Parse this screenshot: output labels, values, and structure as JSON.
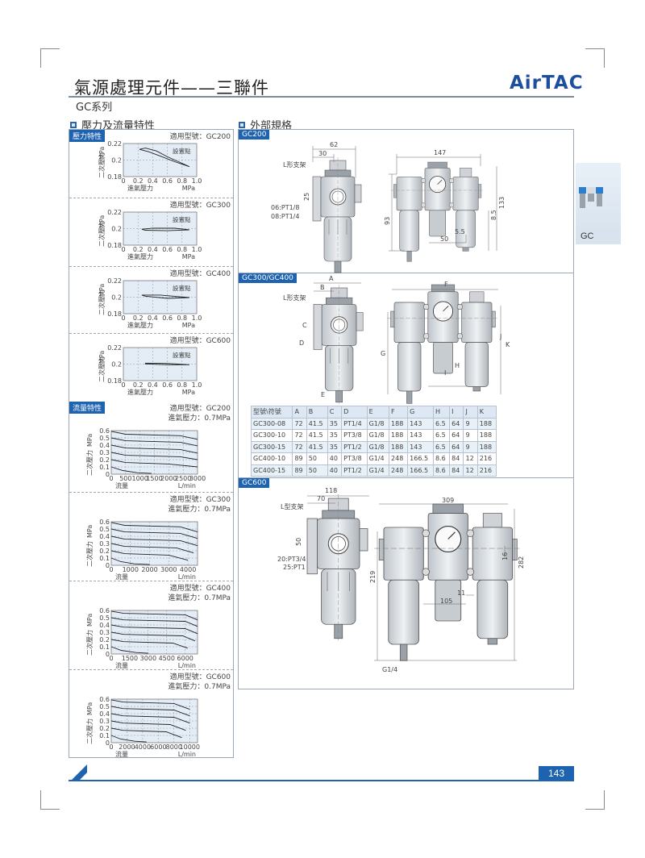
{
  "header": {
    "title": "氣源處理元件——三聯件",
    "series": "GC系列",
    "brand": "AirTAC"
  },
  "left": {
    "section_title": "壓力及流量特性",
    "pressure_tag": "壓力特性",
    "flow_tag": "流量特性"
  },
  "right": {
    "section_title": "外部規格",
    "gc200": {
      "tag": "GC200",
      "d62": "62",
      "d30": "30",
      "bracket": "L形支架",
      "d25": "25",
      "port1": "06:PT1/8",
      "port2": "08:PT1/4",
      "d147": "147",
      "d93": "93",
      "d85": "8.5",
      "d133": "133",
      "d50": "50",
      "d55": "5.5"
    },
    "gc300": {
      "tag": "GC300/GC400",
      "A": "A",
      "B": "B",
      "bracket": "L形支架",
      "C": "C",
      "D": "D",
      "E": "E",
      "F": "F",
      "G": "G",
      "H": "H",
      "I": "I",
      "J": "J",
      "K": "K"
    },
    "gc600": {
      "tag": "GC600",
      "d118": "118",
      "d70": "70",
      "bracket": "L型支架",
      "d50": "50",
      "port1": "20:PT3/4",
      "port2": "25:PT1",
      "d309": "309",
      "d219": "219",
      "d16": "16",
      "d282": "282",
      "d11": "11",
      "d105": "105",
      "drain": "G1/4"
    }
  },
  "table": {
    "headers": [
      "型號\\符號",
      "A",
      "B",
      "C",
      "D",
      "E",
      "F",
      "G",
      "H",
      "I",
      "J",
      "K"
    ],
    "rows": [
      [
        "GC300-08",
        "72",
        "41.5",
        "35",
        "PT1/4",
        "G1/8",
        "188",
        "143",
        "6.5",
        "64",
        "9",
        "188"
      ],
      [
        "GC300-10",
        "72",
        "41.5",
        "35",
        "PT3/8",
        "G1/8",
        "188",
        "143",
        "6.5",
        "64",
        "9",
        "188"
      ],
      [
        "GC300-15",
        "72",
        "41.5",
        "35",
        "PT1/2",
        "G1/8",
        "188",
        "143",
        "6.5",
        "64",
        "9",
        "188"
      ],
      [
        "GC400-10",
        "89",
        "50",
        "40",
        "PT3/8",
        "G1/4",
        "248",
        "166.5",
        "8.6",
        "84",
        "12",
        "216"
      ],
      [
        "GC400-15",
        "89",
        "50",
        "40",
        "PT1/2",
        "G1/4",
        "248",
        "166.5",
        "8.6",
        "84",
        "12",
        "216"
      ]
    ]
  },
  "side_tab": {
    "label": "GC"
  },
  "page_number": "143",
  "colors": {
    "accent": "#1e63b0",
    "grid_bg": "#e4edf6"
  },
  "chart_data": [
    {
      "type": "line",
      "kind": "pressure",
      "title": "適用型號：GC200",
      "annotation": "設置點",
      "ylabel": "二次壓力",
      "yunit": "MPa",
      "xlabel": "進氣壓力",
      "xunit": "MPa",
      "xlim": [
        0,
        1
      ],
      "ylim": [
        0.18,
        0.22
      ],
      "xticks": [
        "0",
        "0.2",
        "0.4",
        "0.6",
        "0.8",
        "1.0"
      ],
      "yticks": [
        "0.18",
        "0.2",
        "0.22"
      ],
      "series": [
        {
          "name": "loop",
          "points": [
            [
              0.22,
              0.213
            ],
            [
              0.3,
              0.2145
            ],
            [
              0.45,
              0.211
            ],
            [
              0.6,
              0.204
            ],
            [
              0.75,
              0.198
            ],
            [
              0.9,
              0.192
            ],
            [
              0.7,
              0.198
            ],
            [
              0.5,
              0.205
            ],
            [
              0.35,
              0.21
            ],
            [
              0.22,
              0.213
            ]
          ]
        }
      ]
    },
    {
      "type": "line",
      "kind": "pressure",
      "title": "適用型號：GC300",
      "annotation": "設置點",
      "ylabel": "二次壓力",
      "yunit": "MPa",
      "xlabel": "進氣壓力",
      "xunit": "MPa",
      "xlim": [
        0,
        1
      ],
      "ylim": [
        0.18,
        0.22
      ],
      "xticks": [
        "0",
        "0.2",
        "0.4",
        "0.6",
        "0.8",
        "1.0"
      ],
      "yticks": [
        "0.18",
        "0.2",
        "0.22"
      ],
      "series": [
        {
          "name": "loop",
          "points": [
            [
              0.25,
              0.1992
            ],
            [
              0.4,
              0.2006
            ],
            [
              0.7,
              0.2005
            ],
            [
              0.9,
              0.1985
            ],
            [
              0.6,
              0.1975
            ],
            [
              0.3,
              0.198
            ],
            [
              0.25,
              0.1992
            ]
          ]
        }
      ]
    },
    {
      "type": "line",
      "kind": "pressure",
      "title": "適用型號：GC400",
      "annotation": "設置點",
      "ylabel": "二次壓力",
      "yunit": "MPa",
      "xlabel": "進氣壓力",
      "xunit": "MPa",
      "xlim": [
        0,
        1
      ],
      "ylim": [
        0.18,
        0.22
      ],
      "xticks": [
        "0",
        "0.2",
        "0.4",
        "0.6",
        "0.8",
        "1.0"
      ],
      "yticks": [
        "0.18",
        "0.2",
        "0.22"
      ],
      "series": [
        {
          "name": "loop",
          "points": [
            [
              0.25,
              0.2025
            ],
            [
              0.5,
              0.2025
            ],
            [
              0.9,
              0.1995
            ],
            [
              0.6,
              0.1985
            ],
            [
              0.3,
              0.2012
            ],
            [
              0.25,
              0.2025
            ]
          ]
        }
      ]
    },
    {
      "type": "line",
      "kind": "pressure",
      "title": "適用型號：GC600",
      "annotation": "設置點",
      "ylabel": "二次壓力",
      "yunit": "MPa",
      "xlabel": "進氣壓力",
      "xunit": "MPa",
      "xlim": [
        0,
        1
      ],
      "ylim": [
        0.18,
        0.22
      ],
      "xticks": [
        "0",
        "0.2",
        "0.4",
        "0.6",
        "0.8",
        "1.0"
      ],
      "yticks": [
        "0.18",
        "0.2",
        "0.22"
      ],
      "series": [
        {
          "name": "loop",
          "points": [
            [
              0.3,
              0.2012
            ],
            [
              0.6,
              0.2008
            ],
            [
              0.9,
              0.1992
            ],
            [
              0.6,
              0.1992
            ],
            [
              0.3,
              0.2002
            ],
            [
              0.3,
              0.2012
            ]
          ]
        }
      ]
    },
    {
      "type": "line",
      "kind": "flow",
      "title": "適用型號：GC200",
      "subtitle": "進氣壓力：0.7MPa",
      "ylabel": "二次壓力",
      "yunit": "MPa",
      "xlabel": "流量",
      "xunit": "L/min",
      "xlim": [
        0,
        3000
      ],
      "ylim": [
        0,
        0.6
      ],
      "xticks": [
        "0",
        "500",
        "1000",
        "1500",
        "2000",
        "2500",
        "3000"
      ],
      "yticks": [
        "0",
        "0.1",
        "0.2",
        "0.3",
        "0.4",
        "0.5",
        "0.6"
      ],
      "series": [
        {
          "name": "0.6",
          "points": [
            [
              0,
              0.59
            ],
            [
              500,
              0.55
            ],
            [
              2400,
              0.53
            ],
            [
              3000,
              0.48
            ]
          ]
        },
        {
          "name": "0.5",
          "points": [
            [
              0,
              0.5
            ],
            [
              500,
              0.46
            ],
            [
              2400,
              0.44
            ],
            [
              3000,
              0.39
            ]
          ]
        },
        {
          "name": "0.4",
          "points": [
            [
              0,
              0.4
            ],
            [
              500,
              0.36
            ],
            [
              2400,
              0.34
            ],
            [
              3000,
              0.29
            ]
          ]
        },
        {
          "name": "0.3",
          "points": [
            [
              0,
              0.3
            ],
            [
              500,
              0.26
            ],
            [
              2400,
              0.24
            ],
            [
              3000,
              0.2
            ]
          ]
        },
        {
          "name": "0.2",
          "points": [
            [
              0,
              0.2
            ],
            [
              500,
              0.16
            ],
            [
              2000,
              0.14
            ],
            [
              3000,
              0.1
            ]
          ]
        },
        {
          "name": "0.1",
          "points": [
            [
              0,
              0.1
            ],
            [
              400,
              0.05
            ],
            [
              900,
              0.02
            ],
            [
              1400,
              0.01
            ]
          ]
        }
      ]
    },
    {
      "type": "line",
      "kind": "flow",
      "title": "適用型號：GC300",
      "subtitle": "進氣壓力：0.7MPa",
      "ylabel": "二次壓力",
      "yunit": "MPa",
      "xlabel": "流量",
      "xunit": "L/min",
      "xlim": [
        0,
        4500
      ],
      "ylim": [
        0,
        0.6
      ],
      "xticks": [
        "0",
        "1000",
        "2000",
        "3000",
        "4000"
      ],
      "yticks": [
        "0",
        "0.1",
        "0.2",
        "0.3",
        "0.4",
        "0.5",
        "0.6"
      ],
      "series": [
        {
          "name": "0.6",
          "points": [
            [
              0,
              0.59
            ],
            [
              700,
              0.55
            ],
            [
              3600,
              0.53
            ],
            [
              4500,
              0.46
            ]
          ]
        },
        {
          "name": "0.5",
          "points": [
            [
              0,
              0.5
            ],
            [
              700,
              0.46
            ],
            [
              3600,
              0.44
            ],
            [
              4500,
              0.37
            ]
          ]
        },
        {
          "name": "0.4",
          "points": [
            [
              0,
              0.4
            ],
            [
              700,
              0.36
            ],
            [
              3600,
              0.34
            ],
            [
              4500,
              0.27
            ]
          ]
        },
        {
          "name": "0.3",
          "points": [
            [
              0,
              0.3
            ],
            [
              700,
              0.26
            ],
            [
              3400,
              0.24
            ],
            [
              4300,
              0.17
            ]
          ]
        },
        {
          "name": "0.2",
          "points": [
            [
              0,
              0.2
            ],
            [
              700,
              0.16
            ],
            [
              3000,
              0.14
            ],
            [
              4000,
              0.07
            ]
          ]
        },
        {
          "name": "0.1",
          "points": [
            [
              0,
              0.1
            ],
            [
              500,
              0.05
            ],
            [
              1200,
              0.02
            ],
            [
              2000,
              0.01
            ]
          ]
        }
      ]
    },
    {
      "type": "line",
      "kind": "flow",
      "title": "適用型號：GC400",
      "subtitle": "進氣壓力：0.7MPa",
      "ylabel": "二次壓力",
      "yunit": "MPa",
      "xlabel": "流量",
      "xunit": "L/min",
      "xlim": [
        0,
        7000
      ],
      "ylim": [
        0,
        0.6
      ],
      "xticks": [
        "0",
        "1500",
        "3000",
        "4500",
        "6000"
      ],
      "yticks": [
        "0",
        "0.1",
        "0.2",
        "0.3",
        "0.4",
        "0.5",
        "0.6"
      ],
      "series": [
        {
          "name": "0.6",
          "points": [
            [
              0,
              0.59
            ],
            [
              1000,
              0.56
            ],
            [
              6000,
              0.54
            ],
            [
              7000,
              0.47
            ]
          ]
        },
        {
          "name": "0.5",
          "points": [
            [
              0,
              0.5
            ],
            [
              1000,
              0.47
            ],
            [
              6000,
              0.45
            ],
            [
              7000,
              0.38
            ]
          ]
        },
        {
          "name": "0.4",
          "points": [
            [
              0,
              0.4
            ],
            [
              1000,
              0.37
            ],
            [
              6000,
              0.35
            ],
            [
              7000,
              0.28
            ]
          ]
        },
        {
          "name": "0.3",
          "points": [
            [
              0,
              0.3
            ],
            [
              1000,
              0.27
            ],
            [
              5800,
              0.25
            ],
            [
              6800,
              0.18
            ]
          ]
        },
        {
          "name": "0.2",
          "points": [
            [
              0,
              0.2
            ],
            [
              1000,
              0.17
            ],
            [
              5000,
              0.15
            ],
            [
              6200,
              0.08
            ]
          ]
        },
        {
          "name": "0.1",
          "points": [
            [
              0,
              0.1
            ],
            [
              800,
              0.05
            ],
            [
              2000,
              0.02
            ],
            [
              3000,
              0.01
            ]
          ]
        }
      ]
    },
    {
      "type": "line",
      "kind": "flow",
      "title": "適用型號：GC600",
      "subtitle": "進氣壓力：0.7MPa",
      "ylabel": "二次壓力",
      "yunit": "MPa",
      "xlabel": "流量",
      "xunit": "L/min",
      "xlim": [
        0,
        11000
      ],
      "ylim": [
        0,
        0.6
      ],
      "xticks": [
        "0",
        "2000",
        "4000",
        "6000",
        "8000",
        "10000"
      ],
      "yticks": [
        "0",
        "0.1",
        "0.2",
        "0.3",
        "0.4",
        "0.5",
        "0.6"
      ],
      "series": [
        {
          "name": "0.6",
          "points": [
            [
              0,
              0.59
            ],
            [
              1500,
              0.56
            ],
            [
              8000,
              0.54
            ],
            [
              10000,
              0.46
            ]
          ]
        },
        {
          "name": "0.5",
          "points": [
            [
              0,
              0.5
            ],
            [
              1500,
              0.47
            ],
            [
              8000,
              0.45
            ],
            [
              10000,
              0.37
            ]
          ]
        },
        {
          "name": "0.4",
          "points": [
            [
              0,
              0.4
            ],
            [
              1500,
              0.37
            ],
            [
              8000,
              0.35
            ],
            [
              10000,
              0.27
            ]
          ]
        },
        {
          "name": "0.3",
          "points": [
            [
              0,
              0.3
            ],
            [
              1500,
              0.27
            ],
            [
              7500,
              0.25
            ],
            [
              9500,
              0.17
            ]
          ]
        },
        {
          "name": "0.2",
          "points": [
            [
              0,
              0.2
            ],
            [
              1500,
              0.17
            ],
            [
              7000,
              0.15
            ],
            [
              9000,
              0.07
            ]
          ]
        },
        {
          "name": "0.1",
          "points": [
            [
              0,
              0.1
            ],
            [
              1200,
              0.05
            ],
            [
              3000,
              0.02
            ],
            [
              4500,
              0.01
            ]
          ]
        }
      ]
    }
  ]
}
